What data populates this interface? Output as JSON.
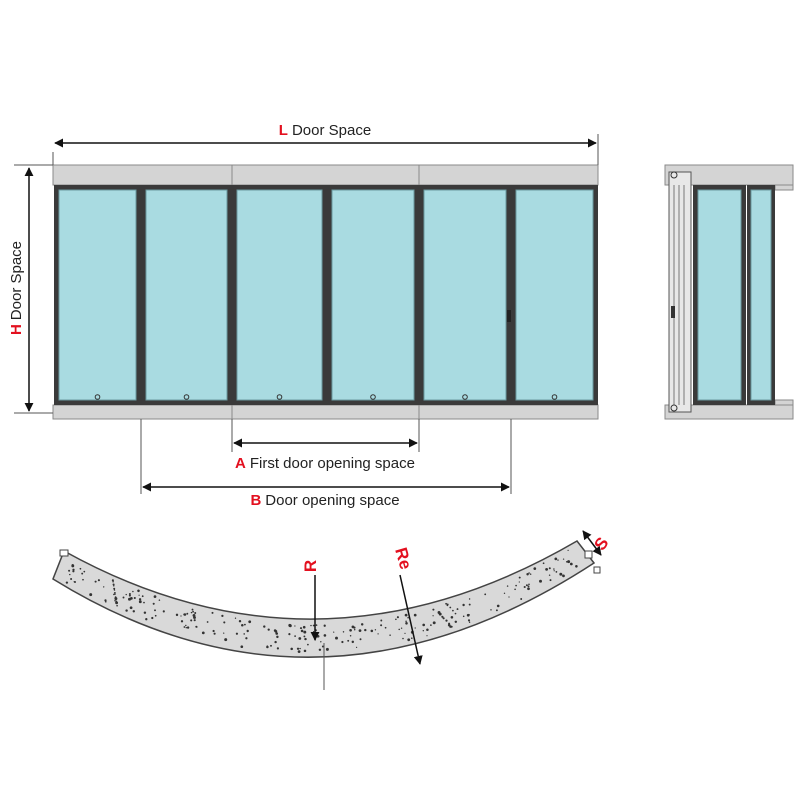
{
  "labels": {
    "L": {
      "key": "L",
      "text": "Door Space"
    },
    "H": {
      "key": "H",
      "text": "Door Space"
    },
    "A": {
      "key": "A",
      "text": "First door opening space"
    },
    "B": {
      "key": "B",
      "text": "Door opening space"
    },
    "R": {
      "key": "R"
    },
    "Re": {
      "key": "Re"
    },
    "S": {
      "key": "S"
    }
  },
  "colors": {
    "glass": "#a9dbe1",
    "frame": "#3a3a3a",
    "track": "#d4d4d4",
    "track_stroke": "#8a8a8a",
    "accent": "#e3101f",
    "text": "#222222",
    "floor": "#d6d6d6"
  }
}
